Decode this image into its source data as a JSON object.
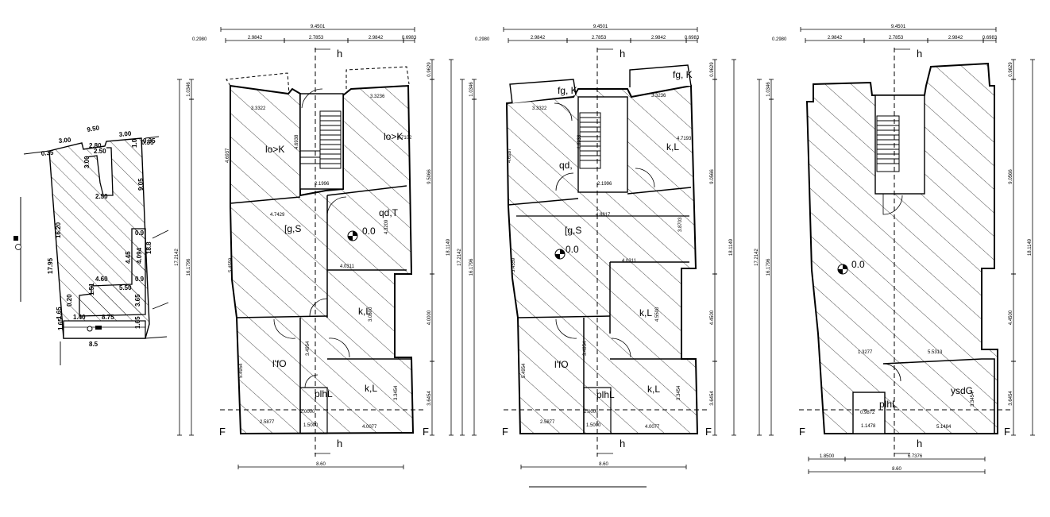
{
  "site_plan": {
    "edges": [
      "9.50",
      "3.00",
      "3.00",
      "2.80",
      "2.50",
      "0.35",
      "0.35",
      "0.35",
      "1.0",
      "3.00",
      "2.50",
      "9.05",
      "16.20",
      "17.95",
      "18.8",
      "0.9",
      "4.45",
      "4.094",
      "0.9",
      "5.50",
      "4.60",
      "1.40",
      "1.51",
      "0.20",
      "1.65",
      "1.65",
      "8.75",
      "3.65",
      "1.65",
      "8.5"
    ]
  },
  "plans": [
    {
      "top_dims": {
        "overall": "9.4501",
        "segments": [
          "0.2980",
          "2.9842",
          "2.7853",
          "2.9842",
          "0.6983"
        ]
      },
      "left_dims": [
        "1.0346",
        "17.2142",
        "16.1796"
      ],
      "right_dims": [
        "0.9629",
        "9.5066",
        "4.0000",
        "3.6454",
        "18.1149"
      ],
      "bottom_dim": "8.60",
      "section_marks": [
        "h",
        "h",
        "F",
        "F"
      ],
      "level": "0.0",
      "rooms": [
        "lo>K",
        "lo>K",
        "qd,T",
        "[g,S",
        "k,L",
        "l'fO",
        "k,L",
        "plhL"
      ],
      "inner_dims": [
        "3.3322",
        "3.3236",
        "4.6937",
        "4.6938",
        "4.7102",
        "2.1996",
        "4.7429",
        "4.3209",
        "5.4559",
        "4.0311",
        "3.0500",
        "3.4954",
        "5.4954",
        "3.3454",
        "2.5877",
        "1.5000",
        "4.0077",
        "2.0000"
      ]
    },
    {
      "top_dims": {
        "overall": "9.4501",
        "segments": [
          "0.2980",
          "2.9842",
          "2.7853",
          "2.9842",
          "0.6983"
        ]
      },
      "left_dims": [
        "1.0346",
        "17.2142",
        "16.1796"
      ],
      "right_dims": [
        "0.9629",
        "9.0566",
        "4.4500",
        "3.6454",
        "18.1149"
      ],
      "bottom_dim": "8.60",
      "section_marks": [
        "h",
        "h",
        "F",
        "F"
      ],
      "level": "0.0",
      "rooms": [
        "fg, K",
        "fg, K",
        "qd,",
        "k,L",
        "[g,S",
        "k,L",
        "l'fO",
        "k,L",
        "plhL"
      ],
      "inner_dims": [
        "3.3322",
        "3.3236",
        "4.6937",
        "4.6938",
        "4.7193",
        "2.1996",
        "4.8817",
        "3.8703",
        "5.4559",
        "4.0311",
        "4.5500",
        "3.4954",
        "5.4954",
        "3.3454",
        "2.5877",
        "1.5000",
        "4.0077",
        "2.0000"
      ]
    },
    {
      "top_dims": {
        "overall": "9.4501",
        "segments": [
          "0.2980",
          "2.9842",
          "2.7853",
          "2.9842",
          "0.6983"
        ]
      },
      "left_dims": [
        "1.0346",
        "17.2142",
        "16.1796"
      ],
      "right_dims": [
        "0.9629",
        "9.0566",
        "4.4500",
        "3.6454",
        "18.1149"
      ],
      "bottom_dims": [
        "1.8500",
        "6.7376",
        "8.60"
      ],
      "section_marks": [
        "h",
        "h",
        "F",
        "F"
      ],
      "level": "0.0",
      "rooms": [
        "ysdG",
        "plhL"
      ],
      "inner_dims": [
        "1.3277",
        "5.5313",
        "3.3454",
        "0.9872",
        "1.1478",
        "5.1484"
      ]
    }
  ]
}
